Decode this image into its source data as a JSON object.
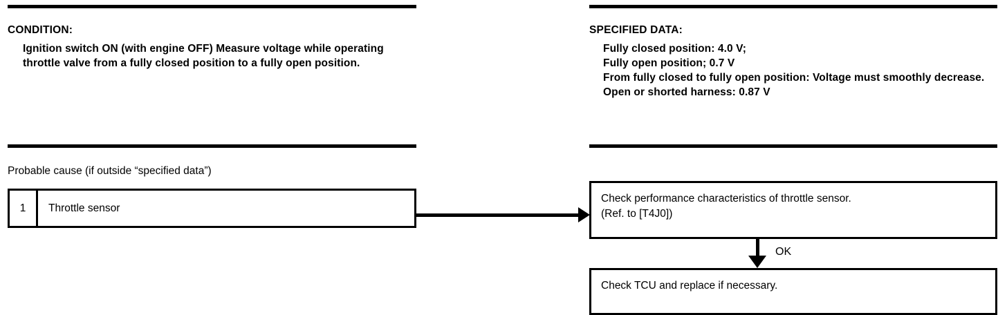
{
  "left_column": {
    "condition": {
      "heading": "CONDITION:",
      "body": "Ignition switch ON (with engine OFF) Measure voltage while operating throttle valve from a fully closed position to a fully open position."
    },
    "probable_cause": {
      "label": "Probable cause (if outside “specified data”)",
      "table": {
        "rows": [
          {
            "number": "1",
            "cause": "Throttle sensor"
          }
        ]
      }
    }
  },
  "right_column": {
    "specified_data": {
      "heading": "SPECIFIED DATA:",
      "body": "Fully closed position: 4.0 V;\nFully open position; 0.7 V\nFrom fully closed to fully open position: Voltage must smoothly decrease.\nOpen or shorted harness: 0.87 V"
    },
    "flowchart": {
      "step1": "Check performance characteristics of throttle sensor.\n(Ref. to [T4J0])",
      "branch_label": "OK",
      "step2": "Check TCU and replace if necessary."
    }
  },
  "colors": {
    "ink": "#000000",
    "paper": "#ffffff"
  }
}
